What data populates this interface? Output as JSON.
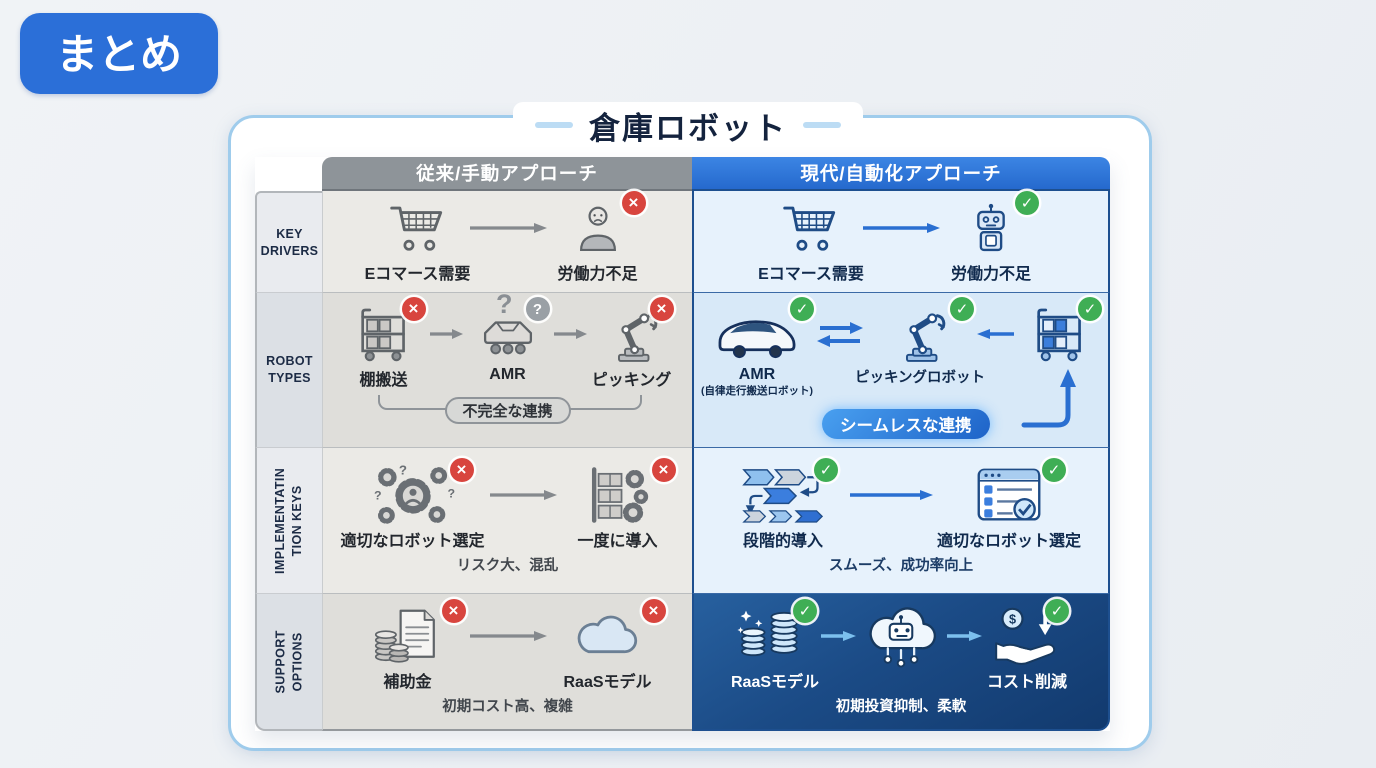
{
  "badge": {
    "label": "まとめ"
  },
  "title": "倉庫ロボット",
  "table": {
    "columns": {
      "traditional": "従来/手動アプローチ",
      "modern": "現代/自動化アプローチ"
    },
    "rows": [
      {
        "id": "key-drivers",
        "label_lines": [
          "KEY",
          "DRIVERS"
        ],
        "left": {
          "items": [
            {
              "icon": "shopping-cart-icon",
              "label": "Eコマース需要",
              "badge": ""
            },
            {
              "icon": "worker-icon",
              "label": "労働力不足",
              "badge": "x"
            }
          ]
        },
        "right": {
          "items": [
            {
              "icon": "shopping-cart-icon",
              "label": "Eコマース需要",
              "badge": ""
            },
            {
              "icon": "robot-icon",
              "label": "労働力不足",
              "badge": "check"
            }
          ]
        }
      },
      {
        "id": "robot-types",
        "label_lines": [
          "ROBOT",
          "TYPES"
        ],
        "left": {
          "items": [
            {
              "icon": "shelf-cart-icon",
              "label": "棚搬送",
              "badge": "x"
            },
            {
              "icon": "amr-icon",
              "label": "AMR",
              "badge": "question"
            },
            {
              "icon": "robot-arm-icon",
              "label": "ピッキング",
              "badge": "x"
            }
          ],
          "pill": "不完全な連携"
        },
        "right": {
          "items": [
            {
              "icon": "amr-vehicle-icon",
              "label": "AMR",
              "sublabel": "(自律走行搬送ロボット)",
              "badge": "check"
            },
            {
              "icon": "robot-arm-icon",
              "label": "ピッキングロボット",
              "badge": "check"
            },
            {
              "icon": "shelf-cart-icon",
              "label": "",
              "badge": "check"
            }
          ],
          "pill": "シームレスな連携"
        }
      },
      {
        "id": "implementation-keys",
        "label_lines": [
          "IMPLEMENTATIN",
          "TION KEYS"
        ],
        "left": {
          "items": [
            {
              "icon": "gears-question-icon",
              "label": "適切なロボット選定",
              "badge": "x"
            },
            {
              "icon": "shelf-gears-icon",
              "label": "一度に導入",
              "badge": "x"
            }
          ],
          "note": "リスク大、混乱"
        },
        "right": {
          "items": [
            {
              "icon": "flowchart-icon",
              "label": "段階的導入",
              "badge": "check"
            },
            {
              "icon": "checklist-icon",
              "label": "適切なロボット選定",
              "badge": "check"
            }
          ],
          "note": "スムーズ、成功率向上"
        }
      },
      {
        "id": "support-options",
        "label_lines": [
          "SUPPORT",
          "OPTIONS"
        ],
        "left": {
          "items": [
            {
              "icon": "subsidy-document-coins-icon",
              "label": "補助金",
              "badge": "x"
            },
            {
              "icon": "cloud-icon",
              "label": "RaaSモデル",
              "badge": "x"
            }
          ],
          "note": "初期コスト高、複雑"
        },
        "right": {
          "items": [
            {
              "icon": "coins-sparkle-icon",
              "label": "RaaSモデル",
              "badge": "check"
            },
            {
              "icon": "cloud-robot-icon",
              "label": "",
              "badge": ""
            },
            {
              "icon": "hand-coin-icon",
              "label": "コスト削減",
              "badge": "check"
            }
          ],
          "note": "初期投資抑制、柔軟"
        }
      }
    ]
  },
  "colors": {
    "accent_blue": "#2b6fd8",
    "header_gray": "#8e9499",
    "header_blue": "#2c79dd",
    "dark_cell_blue": "#1b4b86",
    "error_red": "#d8453e",
    "success_green": "#3fae55",
    "neutral_gray": "#9aa0a5"
  }
}
